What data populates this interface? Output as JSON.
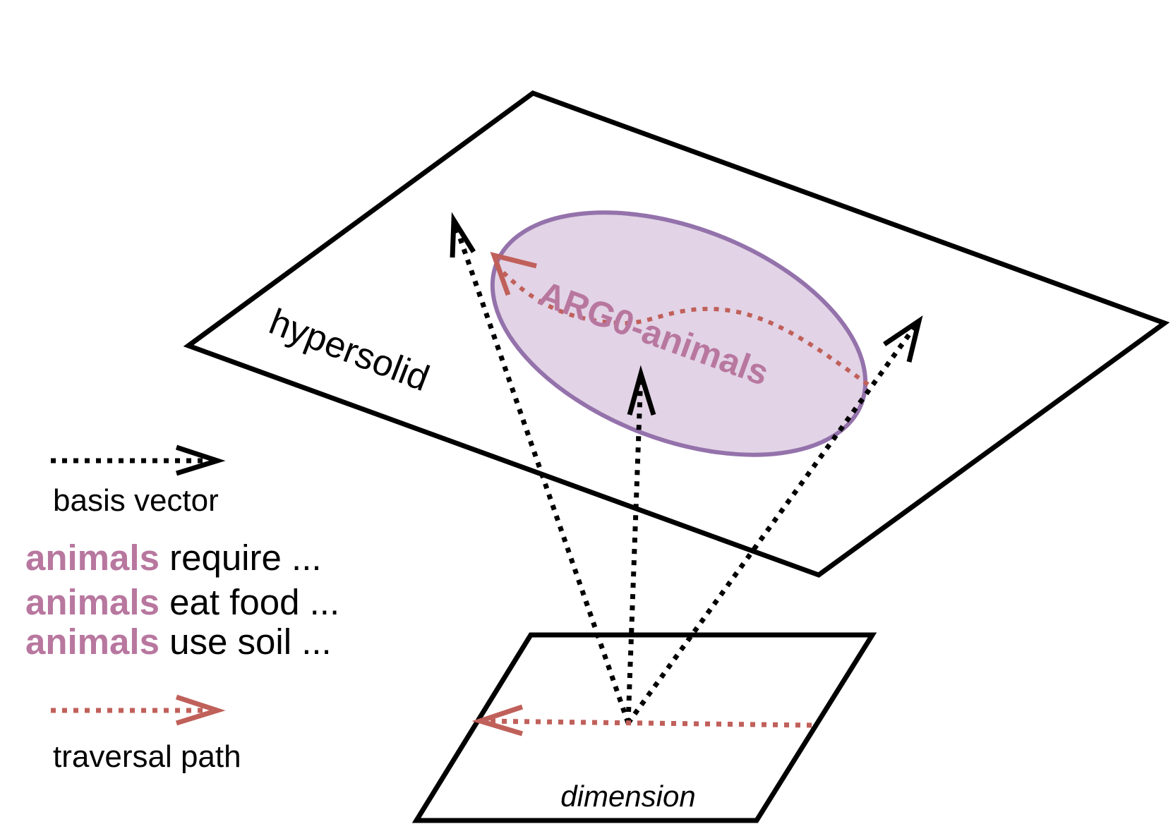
{
  "labels": {
    "hypersolid": "hypersolid",
    "region": "ARG0-animals",
    "dimension": "dimension"
  },
  "legend": {
    "basis_vector": "basis vector",
    "traversal_path": "traversal path"
  },
  "examples": [
    {
      "subject": "animals",
      "rest": " require ..."
    },
    {
      "subject": "animals",
      "rest": " eat food ..."
    },
    {
      "subject": "animals",
      "rest": " use soil ..."
    }
  ],
  "colors": {
    "outline": "#000000",
    "region_fill": "#e2d3e6",
    "region_stroke": "#9472ab",
    "region_text": "#b8779f",
    "traversal": "#c0605a",
    "subject_text": "#b8779f"
  }
}
